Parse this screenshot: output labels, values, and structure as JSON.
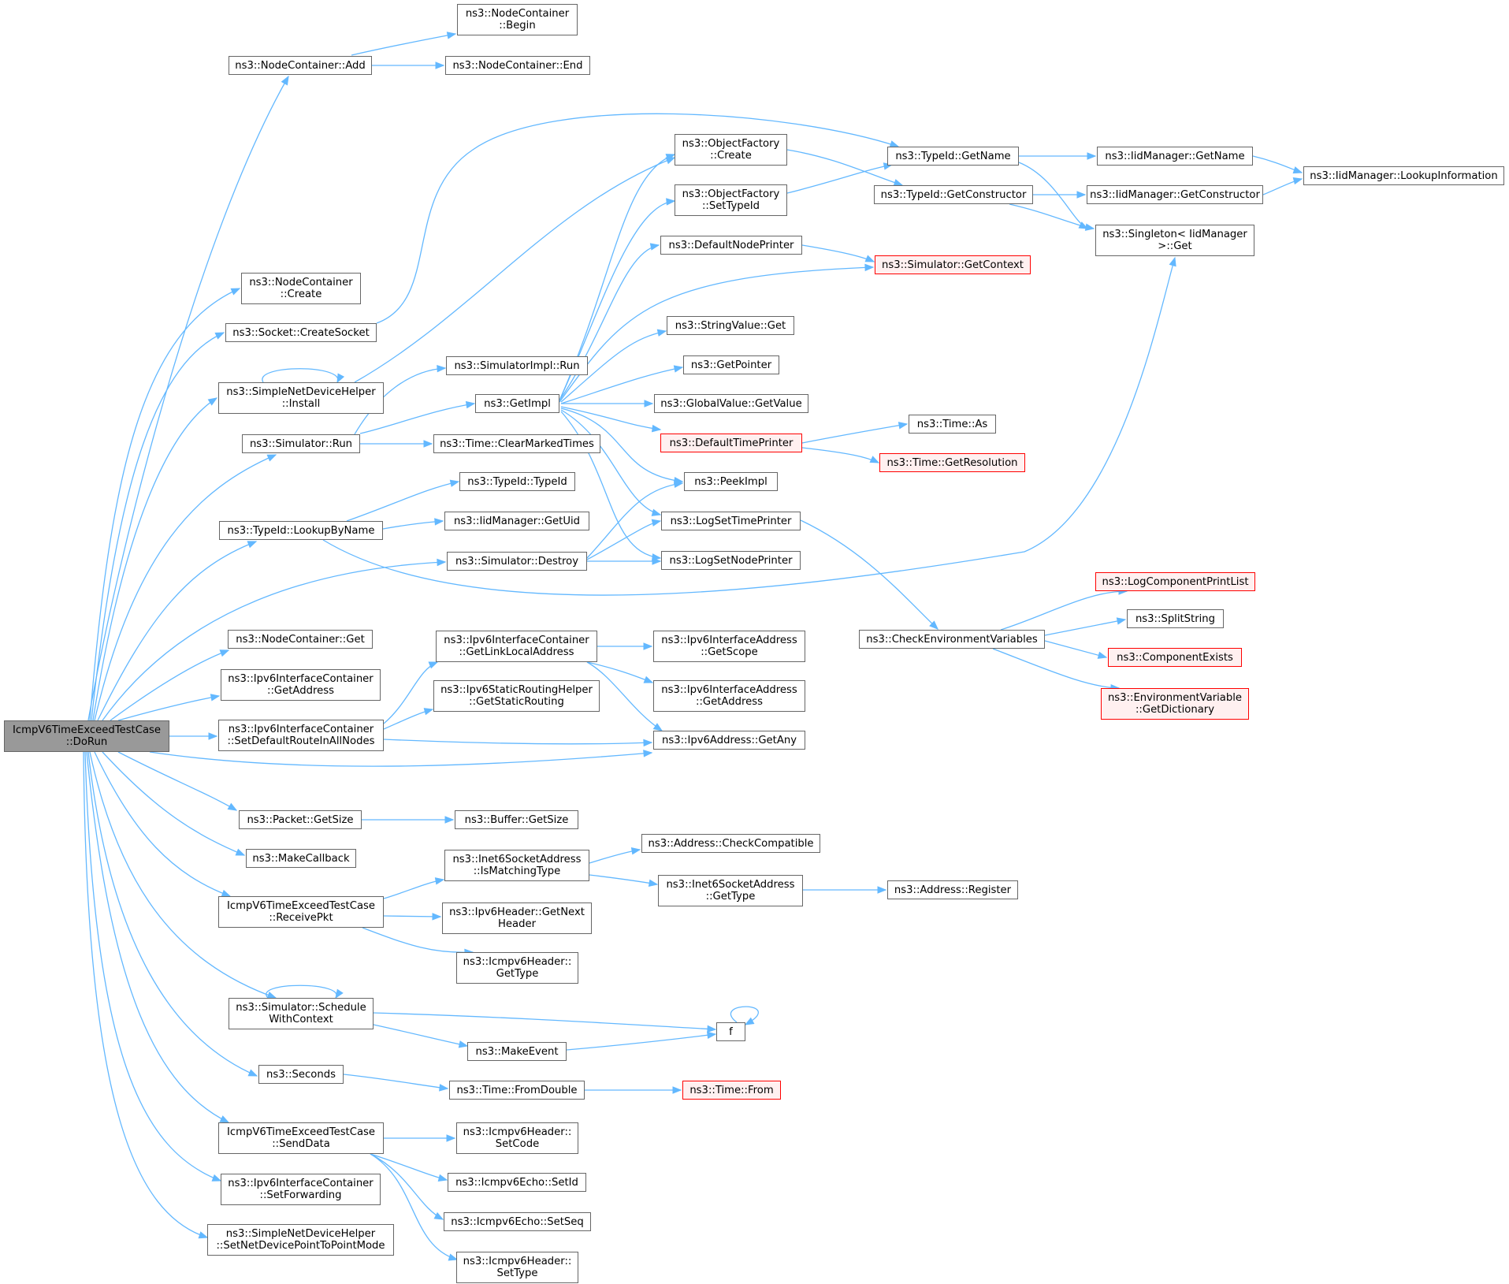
{
  "diagram": {
    "colors": {
      "edge": "#63b8ff",
      "node_border": "#666666",
      "root_fill": "#999999",
      "warn_border": "#ff0000",
      "warn_fill": "#fff0f0"
    },
    "nodes": [
      {
        "id": "root",
        "label": "IcmpV6TimeExceedTestCase\n::DoRun"
      },
      {
        "id": "nc_add",
        "label": "ns3::NodeContainer::Add"
      },
      {
        "id": "nc_begin",
        "label": "ns3::NodeContainer\n::Begin"
      },
      {
        "id": "nc_end",
        "label": "ns3::NodeContainer::End"
      },
      {
        "id": "nc_create",
        "label": "ns3::NodeContainer\n::Create"
      },
      {
        "id": "sock_create",
        "label": "ns3::Socket::CreateSocket"
      },
      {
        "id": "sndh_install",
        "label": "ns3::SimpleNetDeviceHelper\n::Install"
      },
      {
        "id": "sim_run",
        "label": "ns3::Simulator::Run"
      },
      {
        "id": "simimpl_run",
        "label": "ns3::SimulatorImpl::Run"
      },
      {
        "id": "getimpl",
        "label": "ns3::GetImpl"
      },
      {
        "id": "clearmarked",
        "label": "ns3::Time::ClearMarkedTimes"
      },
      {
        "id": "typeid_lookup",
        "label": "ns3::TypeId::LookupByName"
      },
      {
        "id": "typeid_typeid",
        "label": "ns3::TypeId::TypeId"
      },
      {
        "id": "iid_getuid",
        "label": "ns3::IidManager::GetUid"
      },
      {
        "id": "sim_destroy",
        "label": "ns3::Simulator::Destroy"
      },
      {
        "id": "of_create",
        "label": "ns3::ObjectFactory\n::Create"
      },
      {
        "id": "of_settypeid",
        "label": "ns3::ObjectFactory\n::SetTypeId"
      },
      {
        "id": "defnodeprinter",
        "label": "ns3::DefaultNodePrinter"
      },
      {
        "id": "stringval_get",
        "label": "ns3::StringValue::Get"
      },
      {
        "id": "getpointer",
        "label": "ns3::GetPointer"
      },
      {
        "id": "gv_getvalue",
        "label": "ns3::GlobalValue::GetValue"
      },
      {
        "id": "deftimeprinter",
        "label": "ns3::DefaultTimePrinter"
      },
      {
        "id": "peekimpl",
        "label": "ns3::PeekImpl"
      },
      {
        "id": "logsettime",
        "label": "ns3::LogSetTimePrinter"
      },
      {
        "id": "logsetnode",
        "label": "ns3::LogSetNodePrinter"
      },
      {
        "id": "typeid_getname",
        "label": "ns3::TypeId::GetName"
      },
      {
        "id": "typeid_getctor",
        "label": "ns3::TypeId::GetConstructor"
      },
      {
        "id": "sim_getcontext",
        "label": "ns3::Simulator::GetContext"
      },
      {
        "id": "time_as",
        "label": "ns3::Time::As"
      },
      {
        "id": "time_getres",
        "label": "ns3::Time::GetResolution"
      },
      {
        "id": "iid_getname",
        "label": "ns3::IidManager::GetName"
      },
      {
        "id": "iid_getctor",
        "label": "ns3::IidManager::GetConstructor"
      },
      {
        "id": "singleton_get",
        "label": "ns3::Singleton< IidManager\n>::Get"
      },
      {
        "id": "iid_lookupinfo",
        "label": "ns3::IidManager::LookupInformation"
      },
      {
        "id": "checkenv",
        "label": "ns3::CheckEnvironmentVariables"
      },
      {
        "id": "logcompprint",
        "label": "ns3::LogComponentPrintList"
      },
      {
        "id": "splitstring",
        "label": "ns3::SplitString"
      },
      {
        "id": "compexists",
        "label": "ns3::ComponentExists"
      },
      {
        "id": "envvar_getdict",
        "label": "ns3::EnvironmentVariable\n::GetDictionary"
      },
      {
        "id": "nc_get",
        "label": "ns3::NodeContainer::Get"
      },
      {
        "id": "ipv6ic_getaddress",
        "label": "ns3::Ipv6InterfaceContainer\n::GetAddress"
      },
      {
        "id": "ipv6ic_setdefroute",
        "label": "ns3::Ipv6InterfaceContainer\n::SetDefaultRouteInAllNodes"
      },
      {
        "id": "ipv6ic_getlinklocal",
        "label": "ns3::Ipv6InterfaceContainer\n::GetLinkLocalAddress"
      },
      {
        "id": "ipv6srh_getstatic",
        "label": "ns3::Ipv6StaticRoutingHelper\n::GetStaticRouting"
      },
      {
        "id": "ipv6ia_getscope",
        "label": "ns3::Ipv6InterfaceAddress\n::GetScope"
      },
      {
        "id": "ipv6ia_getaddress",
        "label": "ns3::Ipv6InterfaceAddress\n::GetAddress"
      },
      {
        "id": "ipv6addr_getany",
        "label": "ns3::Ipv6Address::GetAny"
      },
      {
        "id": "packet_getsize",
        "label": "ns3::Packet::GetSize"
      },
      {
        "id": "buffer_getsize",
        "label": "ns3::Buffer::GetSize"
      },
      {
        "id": "makecallback",
        "label": "ns3::MakeCallback"
      },
      {
        "id": "receivepkt",
        "label": "IcmpV6TimeExceedTestCase\n::ReceivePkt"
      },
      {
        "id": "i6sa_ismatching",
        "label": "ns3::Inet6SocketAddress\n::IsMatchingType"
      },
      {
        "id": "addr_checkcompat",
        "label": "ns3::Address::CheckCompatible"
      },
      {
        "id": "i6sa_gettype",
        "label": "ns3::Inet6SocketAddress\n::GetType"
      },
      {
        "id": "addr_register",
        "label": "ns3::Address::Register"
      },
      {
        "id": "ipv6hdr_getnext",
        "label": "ns3::Ipv6Header::GetNext\nHeader"
      },
      {
        "id": "icmpv6hdr_gettype",
        "label": "ns3::Icmpv6Header::\nGetType"
      },
      {
        "id": "sim_schedctx",
        "label": "ns3::Simulator::Schedule\nWithContext"
      },
      {
        "id": "f",
        "label": "f"
      },
      {
        "id": "makeevent",
        "label": "ns3::MakeEvent"
      },
      {
        "id": "seconds",
        "label": "ns3::Seconds"
      },
      {
        "id": "time_fromdouble",
        "label": "ns3::Time::FromDouble"
      },
      {
        "id": "time_from",
        "label": "ns3::Time::From"
      },
      {
        "id": "senddata",
        "label": "IcmpV6TimeExceedTestCase\n::SendData"
      },
      {
        "id": "icmpv6hdr_setcode",
        "label": "ns3::Icmpv6Header::\nSetCode"
      },
      {
        "id": "icmpv6echo_setid",
        "label": "ns3::Icmpv6Echo::SetId"
      },
      {
        "id": "icmpv6echo_setseq",
        "label": "ns3::Icmpv6Echo::SetSeq"
      },
      {
        "id": "icmpv6hdr_settype",
        "label": "ns3::Icmpv6Header::\nSetType"
      },
      {
        "id": "ipv6ic_setfwd",
        "label": "ns3::Ipv6InterfaceContainer\n::SetForwarding"
      },
      {
        "id": "sndh_setp2p",
        "label": "ns3::SimpleNetDeviceHelper\n::SetNetDevicePointToPointMode"
      }
    ]
  }
}
